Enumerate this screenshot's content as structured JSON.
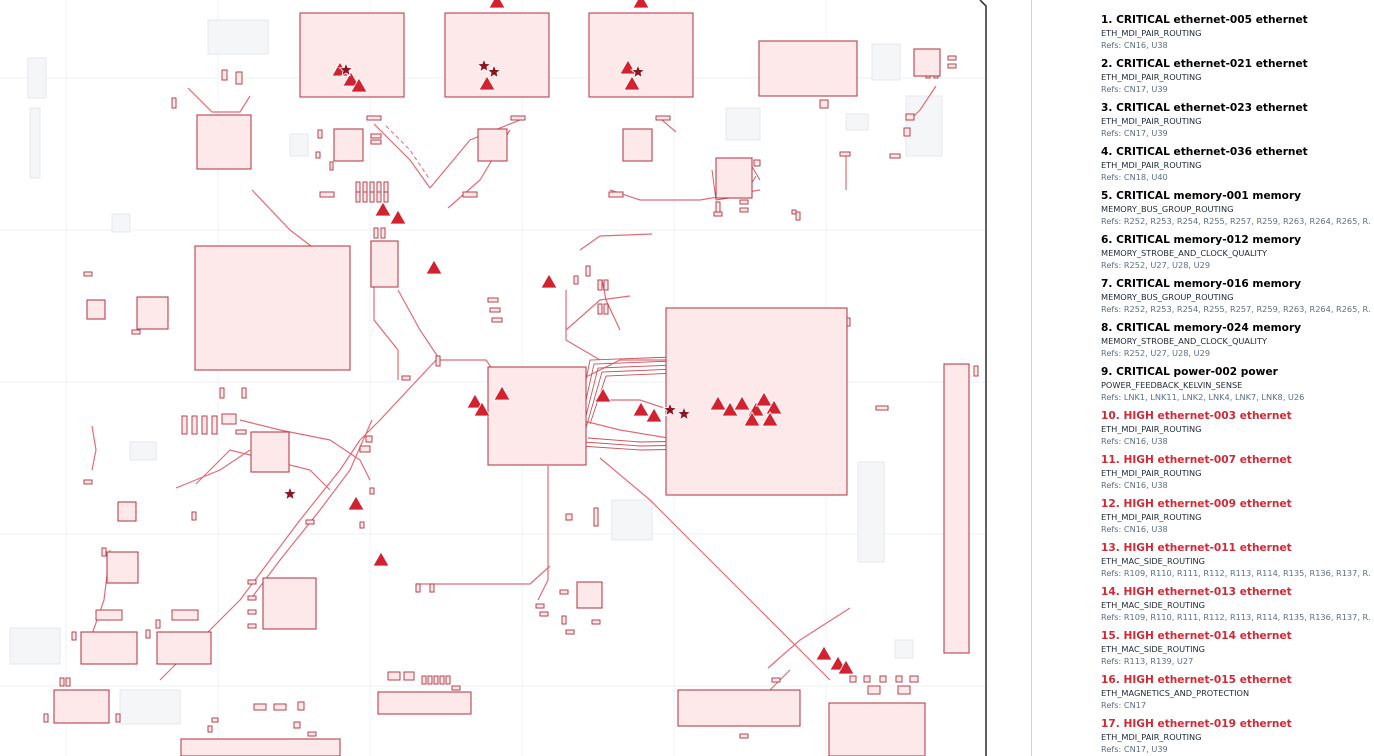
{
  "colors": {
    "critical": "#7a1720",
    "high": "#cf2a35",
    "component_fill": "#fde8ea",
    "component_stroke": "#b5434f",
    "trace": "#e36b77",
    "marker": "#d2222f"
  },
  "board": {
    "marker_icon": "warning-triangle-icon",
    "star_icon": "star-marker-icon"
  },
  "issues": [
    {
      "title": "1. CRITICAL  ethernet-005  ethernet",
      "rule": "ETH_MDI_PAIR_ROUTING",
      "refs": "Refs: CN16, U38",
      "severity": "critical"
    },
    {
      "title": "2. CRITICAL  ethernet-021  ethernet",
      "rule": "ETH_MDI_PAIR_ROUTING",
      "refs": "Refs: CN17, U39",
      "severity": "critical"
    },
    {
      "title": "3. CRITICAL  ethernet-023  ethernet",
      "rule": "ETH_MDI_PAIR_ROUTING",
      "refs": "Refs: CN17, U39",
      "severity": "critical"
    },
    {
      "title": "4. CRITICAL  ethernet-036  ethernet",
      "rule": "ETH_MDI_PAIR_ROUTING",
      "refs": "Refs: CN18, U40",
      "severity": "critical"
    },
    {
      "title": "5. CRITICAL  memory-001  memory",
      "rule": "MEMORY_BUS_GROUP_ROUTING",
      "refs": "Refs: R252, R253, R254, R255, R257, R259, R263, R264, R265, R...",
      "severity": "critical"
    },
    {
      "title": "6. CRITICAL  memory-012  memory",
      "rule": "MEMORY_STROBE_AND_CLOCK_QUALITY",
      "refs": "Refs: R252, U27, U28, U29",
      "severity": "critical"
    },
    {
      "title": "7. CRITICAL  memory-016  memory",
      "rule": "MEMORY_BUS_GROUP_ROUTING",
      "refs": "Refs: R252, R253, R254, R255, R257, R259, R263, R264, R265, R...",
      "severity": "critical"
    },
    {
      "title": "8. CRITICAL  memory-024  memory",
      "rule": "MEMORY_STROBE_AND_CLOCK_QUALITY",
      "refs": "Refs: R252, U27, U28, U29",
      "severity": "critical"
    },
    {
      "title": "9. CRITICAL  power-002  power",
      "rule": "POWER_FEEDBACK_KELVIN_SENSE",
      "refs": "Refs: LNK1, LNK11, LNK2, LNK4, LNK7, LNK8, U26",
      "severity": "critical"
    },
    {
      "title": "10. HIGH  ethernet-003  ethernet",
      "rule": "ETH_MDI_PAIR_ROUTING",
      "refs": "Refs: CN16, U38",
      "severity": "high"
    },
    {
      "title": "11. HIGH  ethernet-007  ethernet",
      "rule": "ETH_MDI_PAIR_ROUTING",
      "refs": "Refs: CN16, U38",
      "severity": "high"
    },
    {
      "title": "12. HIGH  ethernet-009  ethernet",
      "rule": "ETH_MDI_PAIR_ROUTING",
      "refs": "Refs: CN16, U38",
      "severity": "high"
    },
    {
      "title": "13. HIGH  ethernet-011  ethernet",
      "rule": "ETH_MAC_SIDE_ROUTING",
      "refs": "Refs: R109, R110, R111, R112, R113, R114, R135, R136, R137, R...",
      "severity": "high"
    },
    {
      "title": "14. HIGH  ethernet-013  ethernet",
      "rule": "ETH_MAC_SIDE_ROUTING",
      "refs": "Refs: R109, R110, R111, R112, R113, R114, R135, R136, R137, R...",
      "severity": "high"
    },
    {
      "title": "15. HIGH  ethernet-014  ethernet",
      "rule": "ETH_MAC_SIDE_ROUTING",
      "refs": "Refs: R113, R139, U27",
      "severity": "high"
    },
    {
      "title": "16. HIGH  ethernet-015  ethernet",
      "rule": "ETH_MAGNETICS_AND_PROTECTION",
      "refs": "Refs: CN17",
      "severity": "high"
    },
    {
      "title": "17. HIGH  ethernet-019  ethernet",
      "rule": "ETH_MDI_PAIR_ROUTING",
      "refs": "Refs: CN17, U39",
      "severity": "high"
    }
  ]
}
